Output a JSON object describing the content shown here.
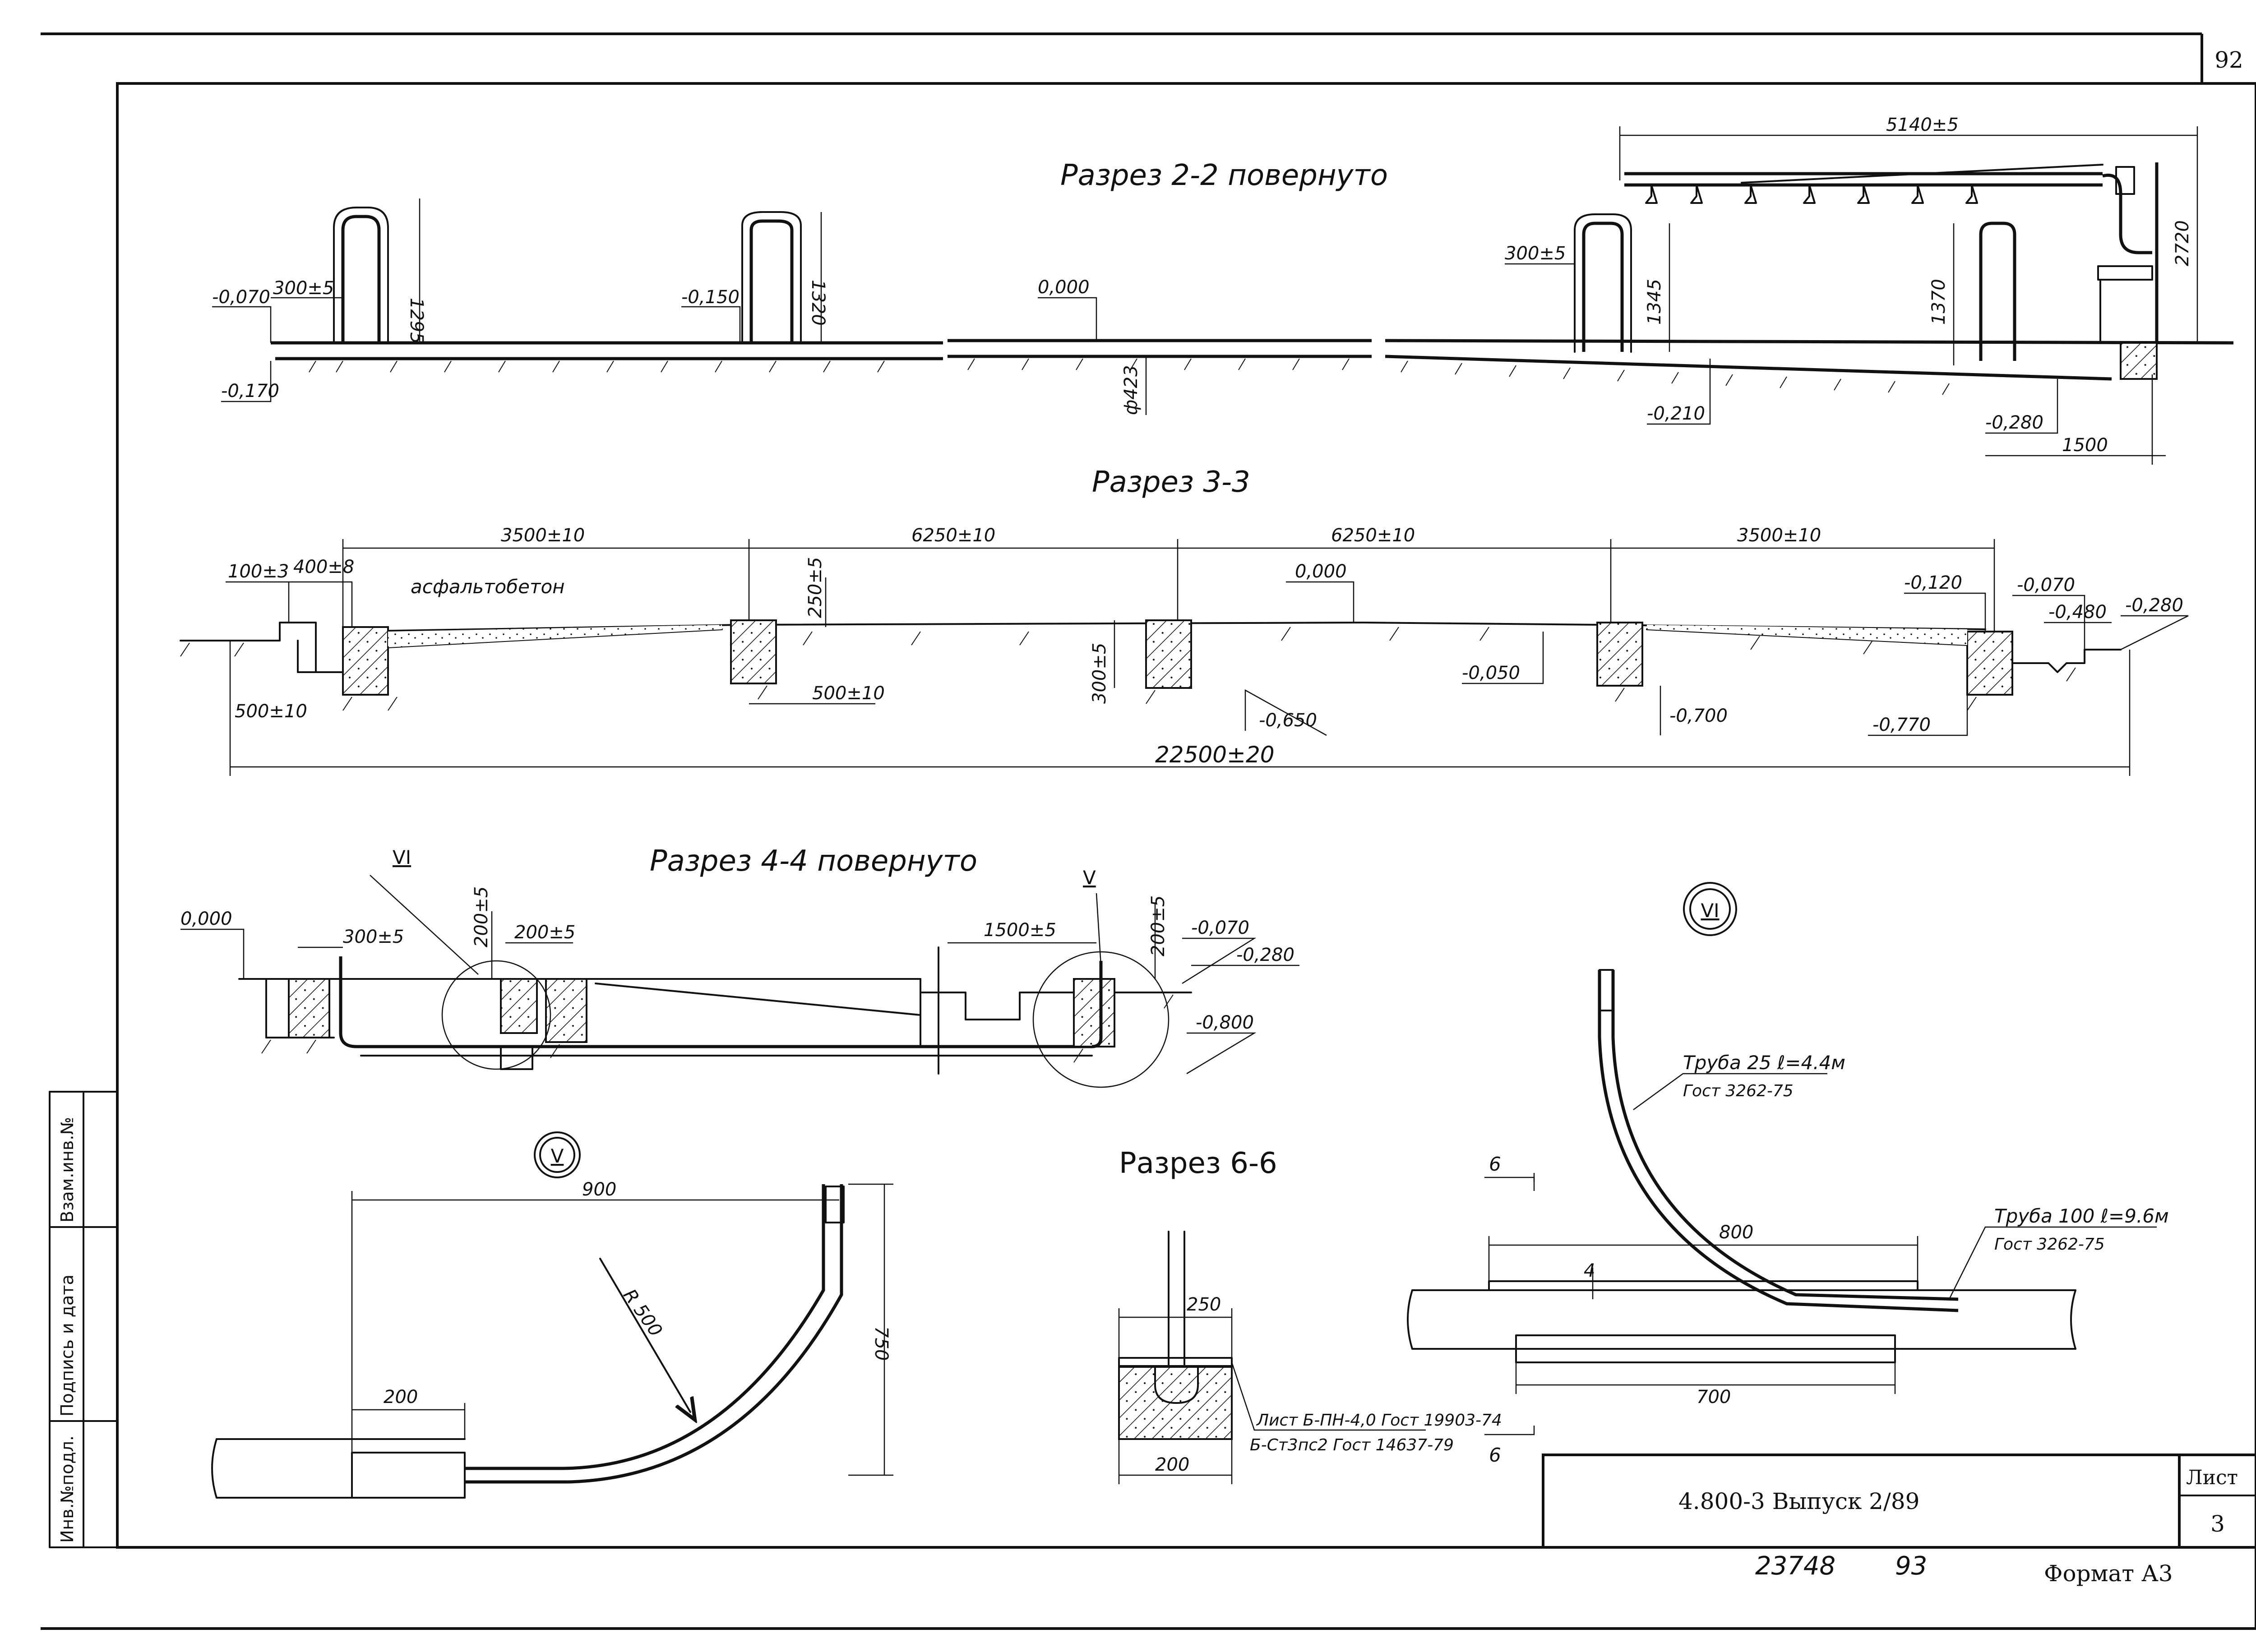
{
  "sheet": {
    "page_number": "92",
    "doc_code": "4.800-3  Выпуск 2/89",
    "list_label": "Лист",
    "list_number": "3",
    "inv_number": "23748",
    "bottom_number": "93",
    "format": "Формат А3",
    "side_labels": [
      "Инв.№подл.",
      "Подпись и дата",
      "Взам.инв.№"
    ]
  },
  "section_2_2": {
    "title": "Разрез 2-2 повернуто",
    "labels": {
      "elev_m0070": "-0,070",
      "elev_m0170": "-0,170",
      "dim_300_left": "300±5",
      "h_1295": "1295",
      "elev_m0150": "-0,150",
      "h_1320": "1320",
      "elev_0000": "0,000",
      "dia_423": "ф423",
      "dim_300_right": "300±5",
      "h_1345": "1345",
      "elev_m0210": "-0,210",
      "h_1370": "1370",
      "dim_5140": "5140±5",
      "h_2720": "2720",
      "elev_m0280": "-0,280",
      "dim_1500": "1500"
    }
  },
  "section_3_3": {
    "title": "Разрез 3-3",
    "labels": {
      "dim_3500_l": "3500±10",
      "dim_6250_l": "6250±10",
      "dim_6250_r": "6250±10",
      "dim_3500_r": "3500±10",
      "dim_100": "100±3",
      "dim_400": "400±8",
      "material": "асфальтобетон",
      "dim_250": "250±5",
      "elev_0000": "0,000",
      "elev_m0120": "-0,120",
      "elev_m0070": "-0,070",
      "elev_m0480": "-0,480",
      "elev_m0280": "-0,280",
      "dim_500_l": "500±10",
      "dim_500_m": "500±10",
      "dim_300": "300±5",
      "elev_m0650": "-0,650",
      "elev_m0050": "-0,050",
      "elev_m0700": "-0,700",
      "elev_m0770": "-0,770",
      "dim_total": "22500±20"
    }
  },
  "section_4_4": {
    "title": "Разрез 4-4 повернуто",
    "labels": {
      "callout_vi": "VI",
      "callout_v": "V",
      "elev_0000": "0,000",
      "dim_300": "300±5",
      "dim_200a": "200±5",
      "dim_200b": "200±5",
      "dim_1500": "1500±5",
      "dim_200c": "200±5",
      "elev_m0070": "-0,070",
      "elev_m0280": "-0,280",
      "elev_m0800": "-0,800"
    }
  },
  "detail_v": {
    "callout": "V",
    "labels": {
      "dim_900": "900",
      "radius": "R 500",
      "dim_750": "750",
      "dim_200": "200"
    }
  },
  "section_6_6": {
    "title": "Разрез 6-6",
    "labels": {
      "dim_250": "250",
      "dim_200": "200",
      "note_1": "Лист Б-ПН-4,0 Гост 19903-74",
      "note_2": "Б-Ст3пс2 Гост 14637-79"
    }
  },
  "detail_vi": {
    "callout": "VI",
    "labels": {
      "pipe_25": "Труба 25  ℓ=4.4м",
      "gost_25": "Гост 3262-75",
      "pipe_100": "Труба 100  ℓ=9.6м",
      "gost_100": "Гост 3262-75",
      "cut_top": "6",
      "cut_bottom": "6",
      "dim_800": "800",
      "dim_4": "4",
      "dim_700": "700"
    }
  }
}
